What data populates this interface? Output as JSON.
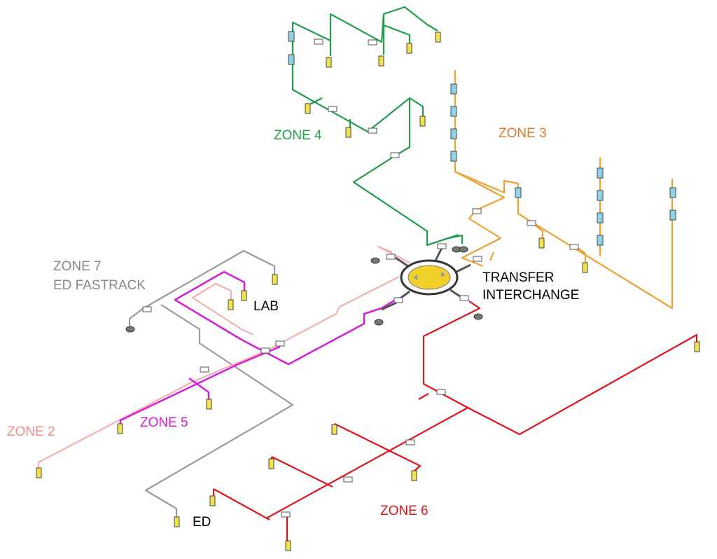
{
  "labels": {
    "zone4": "ZONE 4",
    "zone3": "ZONE 3",
    "zone7_line1": "ZONE 7",
    "zone7_line2": "ED FASTRACK",
    "lab": "LAB",
    "transfer_line1": "TRANSFER",
    "transfer_line2": "INTERCHANGE",
    "zone2": "ZONE 2",
    "zone5": "ZONE 5",
    "zone6": "ZONE 6",
    "ed": "ED"
  },
  "colors": {
    "zone4": "#1e9e4a",
    "zone3": "#f0a030",
    "zone3_label": "#e07a2a",
    "zone7": "#9a9a9a",
    "zone2": "#f4b0b0",
    "zone5": "#d61cd6",
    "zone6": "#e0121a",
    "hub_fill": "#f2d02a"
  }
}
